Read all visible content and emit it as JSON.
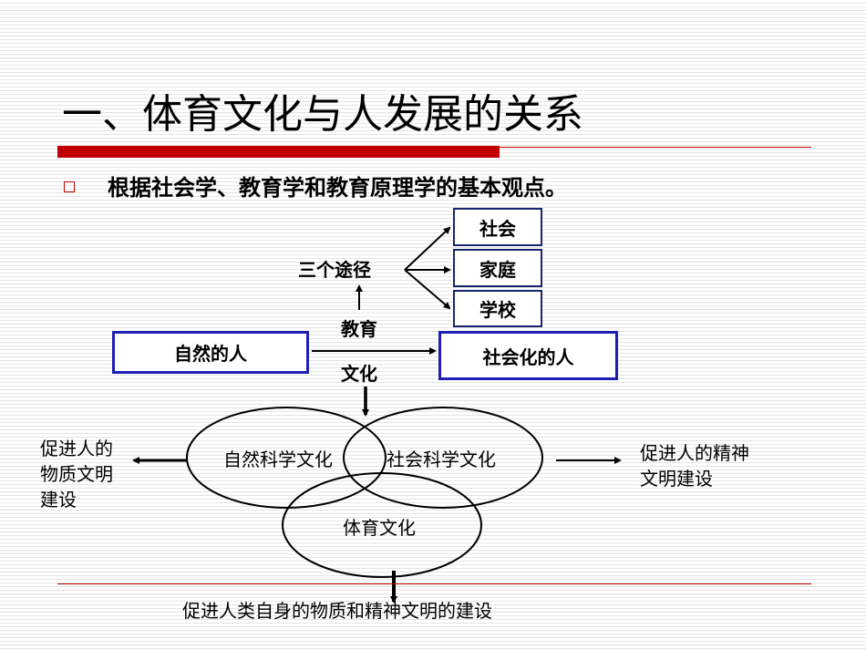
{
  "title": "一、体育文化与人发展的关系",
  "bullet_text": "根据社会学、教育学和教育原理学的基本观点。",
  "diagram": {
    "paths_label": "三个途径",
    "paths": [
      "社会",
      "家庭",
      "学校"
    ],
    "education_label": "教育",
    "culture_label": "文化",
    "natural_person": "自然的人",
    "socialized_person": "社会化的人",
    "circles": {
      "natural_science": "自然科学文化",
      "social_science": "社会科学文化",
      "sports": "体育文化"
    },
    "left_outcome": [
      "促进人的",
      "物质文明",
      "建设"
    ],
    "right_outcome": [
      "促进人的精神",
      "文明建设"
    ],
    "bottom_outcome": "促进人类自身的物质和精神文明的建设"
  },
  "colors": {
    "accent_red": "#c00000",
    "box_border_blue": "#1f1fb4",
    "box_border_dark": "#1a2570"
  }
}
